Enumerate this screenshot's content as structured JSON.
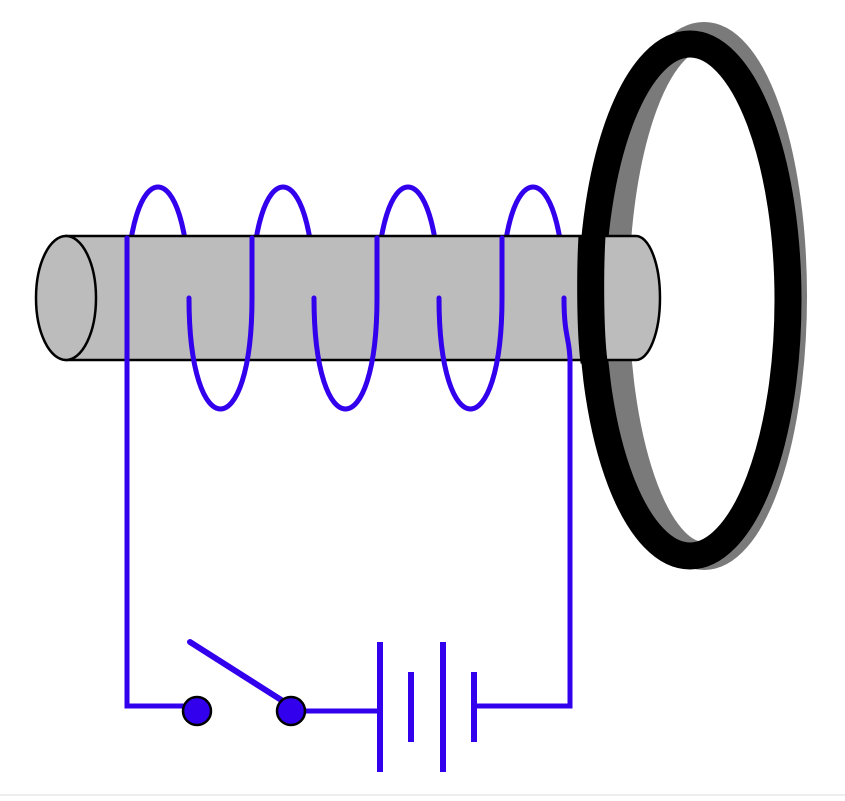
{
  "diagram": {
    "colors": {
      "wire": "#3300ee",
      "rod_fill": "#bcbcbc",
      "rod_outline": "#000000",
      "ring_front": "#000000",
      "ring_shadow": "#7a7a7a",
      "switch_terminal": "#3300ee",
      "background": "#ffffff"
    },
    "components": {
      "core": "iron-rod",
      "coil": "solenoid-winding",
      "ring": "metal-ring",
      "switch": "open-switch",
      "battery": "battery-cells"
    },
    "coil_turns": 4,
    "battery_cells": 2,
    "switch_state": "open"
  }
}
